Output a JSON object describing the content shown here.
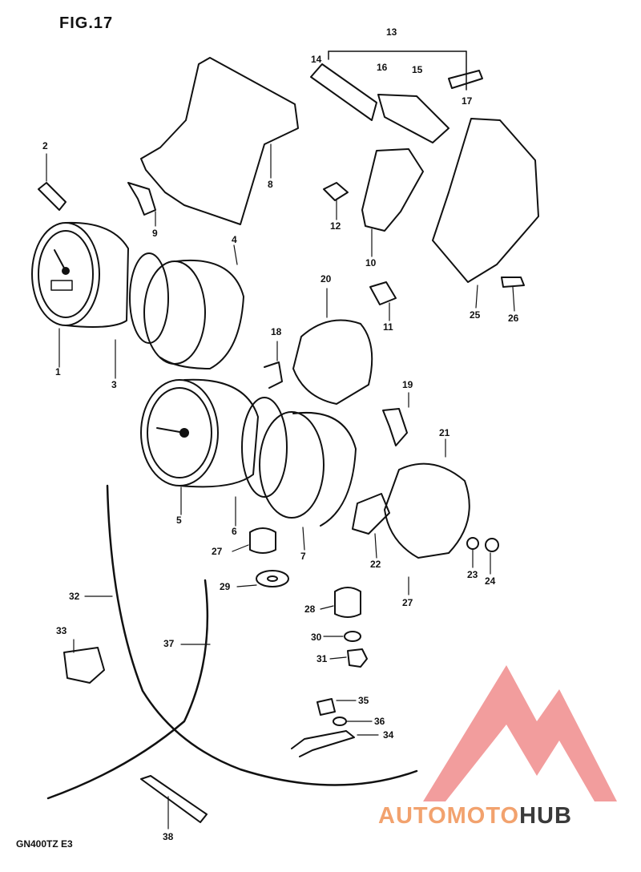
{
  "figure": {
    "title": "FIG.17",
    "model_code": "GN400TZ  E3"
  },
  "callouts": [
    "1",
    "2",
    "3",
    "4",
    "5",
    "6",
    "7",
    "8",
    "9",
    "10",
    "11",
    "12",
    "13",
    "14",
    "15",
    "16",
    "17",
    "18",
    "19",
    "20",
    "21",
    "22",
    "23",
    "24",
    "25",
    "26",
    "27",
    "28",
    "29",
    "30",
    "31",
    "32",
    "33",
    "34",
    "35",
    "36",
    "37",
    "38"
  ],
  "watermark": {
    "brand_part1": "AUTOMOTO",
    "brand_part2": "HUB",
    "color_accent": "#f08c8c",
    "color_orange": "#f2a26e",
    "color_dark": "#3a3a3a"
  },
  "colors": {
    "line": "#111111",
    "background": "#ffffff"
  }
}
